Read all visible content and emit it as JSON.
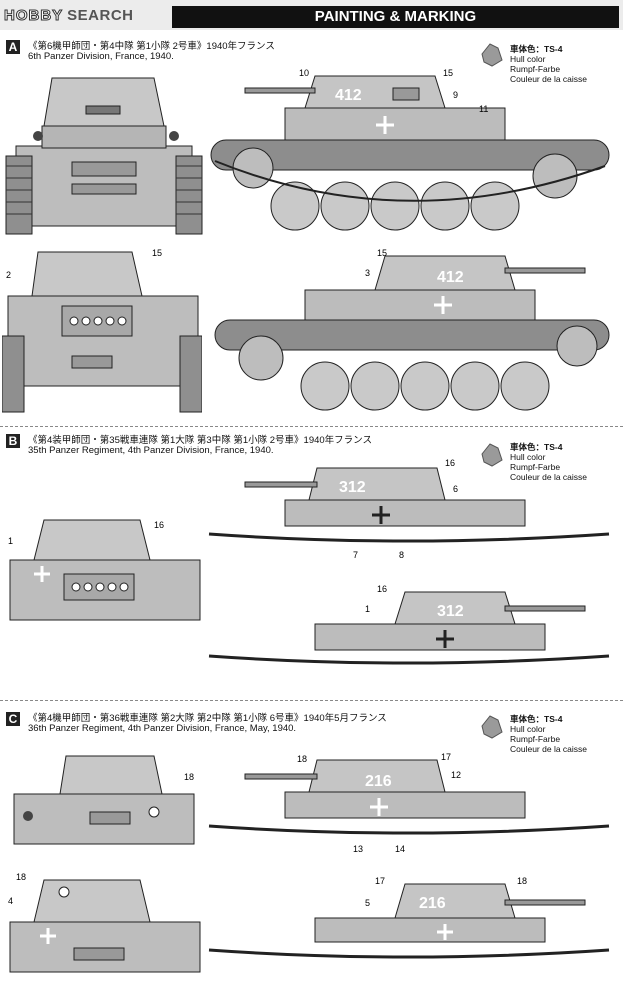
{
  "header": {
    "logo_main": "HOBBY",
    "logo_sub": "SEARCH",
    "title": "PAINTING & MARKING"
  },
  "sections": [
    {
      "letter": "A",
      "caption_jp": "《第6機甲師団・第4中隊 第1小隊 2号車》1940年フランス",
      "caption_en": "6th Panzer Division, France, 1940.",
      "color": {
        "code_label": "車体色：TS-4",
        "l1": "Hull color",
        "l2": "Rumpf-Farbe",
        "l3": "Couleur de la caisse"
      },
      "turret_number": "412",
      "callouts": [
        "10",
        "15",
        "9",
        "11",
        "15",
        "2",
        "15",
        "3"
      ]
    },
    {
      "letter": "B",
      "caption_jp": "《第4装甲師団・第35戦車連隊 第1大隊 第3中隊 第1小隊 2号車》1940年フランス",
      "caption_en": "35th Panzer Regiment, 4th Panzer Division, France, 1940.",
      "color": {
        "code_label": "車体色：TS-4",
        "l1": "Hull color",
        "l2": "Rumpf-Farbe",
        "l3": "Couleur de la caisse"
      },
      "turret_number": "312",
      "callouts": [
        "16",
        "6",
        "7",
        "8",
        "1",
        "16",
        "16",
        "1"
      ]
    },
    {
      "letter": "C",
      "caption_jp": "《第4機甲師団・第36戦車連隊 第2大隊 第2中隊 第1小隊 6号車》1940年5月フランス",
      "caption_en": "36th Panzer Regiment, 4th Panzer Division, France, May, 1940.",
      "color": {
        "code_label": "車体色：TS-4",
        "l1": "Hull color",
        "l2": "Rumpf-Farbe",
        "l3": "Couleur de la caisse"
      },
      "turret_number": "216",
      "callouts": [
        "18",
        "17",
        "12",
        "13",
        "14",
        "18",
        "18",
        "4",
        "17",
        "18",
        "5"
      ]
    }
  ]
}
